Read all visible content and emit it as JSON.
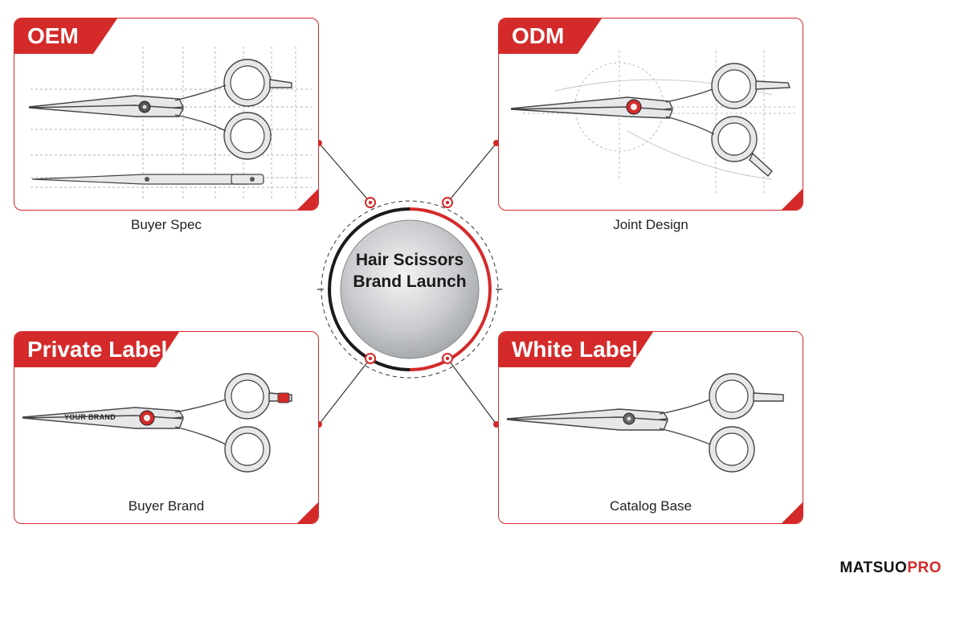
{
  "hub": {
    "line1": "Hair Scissors",
    "line2": "Brand Launch"
  },
  "cards": {
    "oem": {
      "label": "OEM",
      "caption": "Buyer Spec"
    },
    "odm": {
      "label": "ODM",
      "caption": "Joint Design"
    },
    "private_label": {
      "label": "Private Label",
      "caption": "Buyer Brand",
      "blade_text": "YOUR BRAND"
    },
    "white_label": {
      "label": "White Label",
      "caption": "Catalog Base"
    }
  },
  "brand": {
    "part1": "MATSUO",
    "part2": "PRO"
  },
  "colors": {
    "accent": "#d42a2a",
    "dark": "#111111",
    "steel": "#b9bcc0"
  },
  "icons": [
    "scissors-icon",
    "pivot-screw-icon",
    "connector-dot-icon"
  ]
}
